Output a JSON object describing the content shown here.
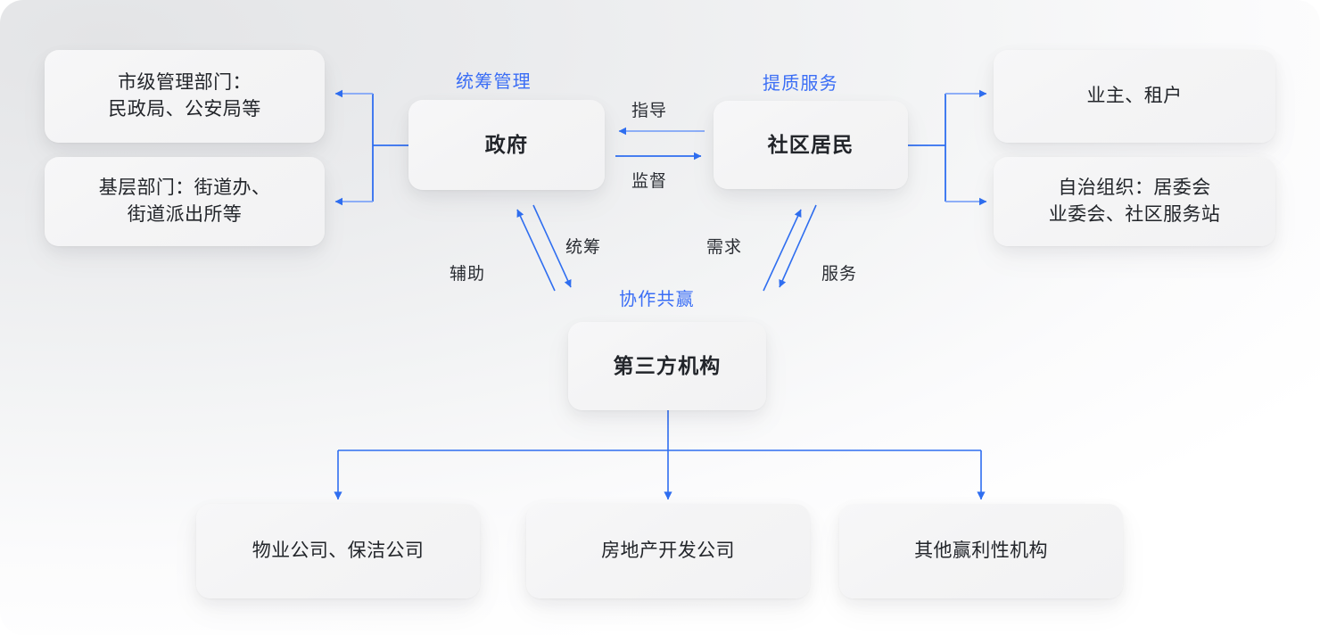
{
  "diagram": {
    "title_semantic": "community-governance-collaboration-diagram",
    "accent_blue": "#3b6ef5",
    "line_blue": "#2f6ef0",
    "line_blue_light": "#7fa4f7",
    "text_dark": "#22252a",
    "surface": "#f4f4f5"
  },
  "captions": [
    {
      "id": "coordinated-management",
      "text": "统筹管理"
    },
    {
      "id": "quality-service",
      "text": "提质服务"
    },
    {
      "id": "win-win-collaboration",
      "text": "协作共赢"
    }
  ],
  "nodes": {
    "municipal_departments": {
      "text": "市级管理部门：\n民政局、公安局等"
    },
    "grassroots_departments": {
      "text": "基层部门：街道办、\n街道派出所等"
    },
    "government": {
      "text": "政府"
    },
    "community_residents": {
      "text": "社区居民"
    },
    "owners_tenants": {
      "text": "业主、租户"
    },
    "self_governing_orgs": {
      "text": "自治组织：居委会\n业委会、社区服务站"
    },
    "third_party": {
      "text": "第三方机构"
    },
    "property_cleaning": {
      "text": "物业公司、保洁公司"
    },
    "real_estate": {
      "text": "房地产开发公司"
    },
    "other_profit": {
      "text": "其他赢利性机构"
    }
  },
  "edge_labels": {
    "guidance": "指导",
    "supervision": "监督",
    "assist": "辅助",
    "coordinate": "统筹",
    "demand": "需求",
    "service": "服务"
  }
}
